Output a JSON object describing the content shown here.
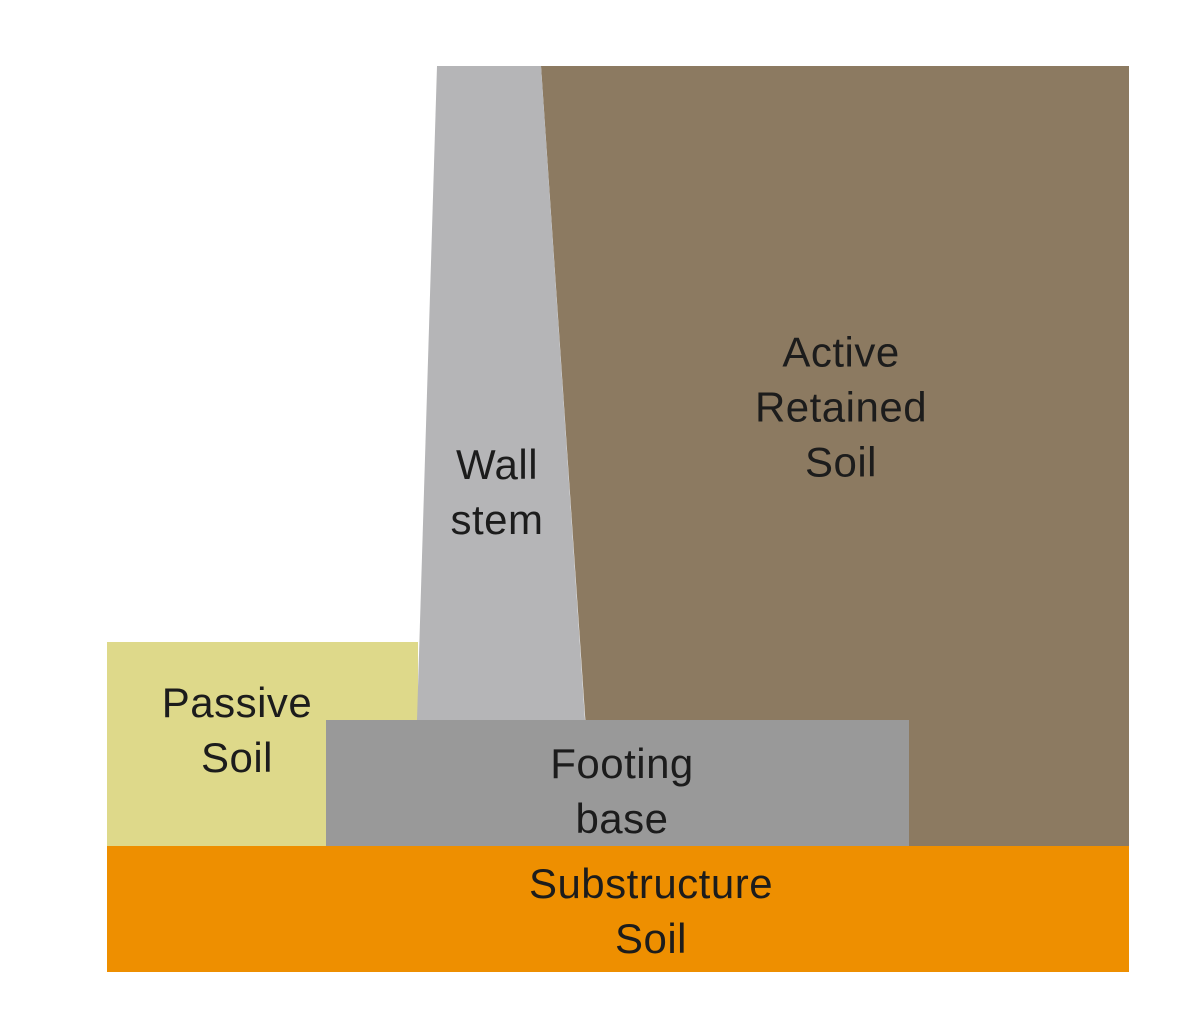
{
  "diagram": {
    "type": "retaining-wall-cross-section",
    "background_color": "#ffffff",
    "label_text_color": "#1c1c1c",
    "regions": {
      "wall_stem": {
        "label": "Wall\nstem",
        "color": "#b5b5b7",
        "shape": "tapered-trapezoid"
      },
      "active_retained_soil": {
        "label": "Active\nRetained\nSoil",
        "color": "#8c7a61",
        "shape": "large-block-right"
      },
      "passive_soil": {
        "label": "Passive\nSoil",
        "color": "#ded98a",
        "shape": "block-left"
      },
      "footing_base": {
        "label": "Footing\nbase",
        "color": "#999999",
        "shape": "horizontal-slab"
      },
      "substructure_soil": {
        "label": "Substructure\nSoil",
        "color": "#ee8f00",
        "shape": "bottom-strip"
      }
    }
  }
}
